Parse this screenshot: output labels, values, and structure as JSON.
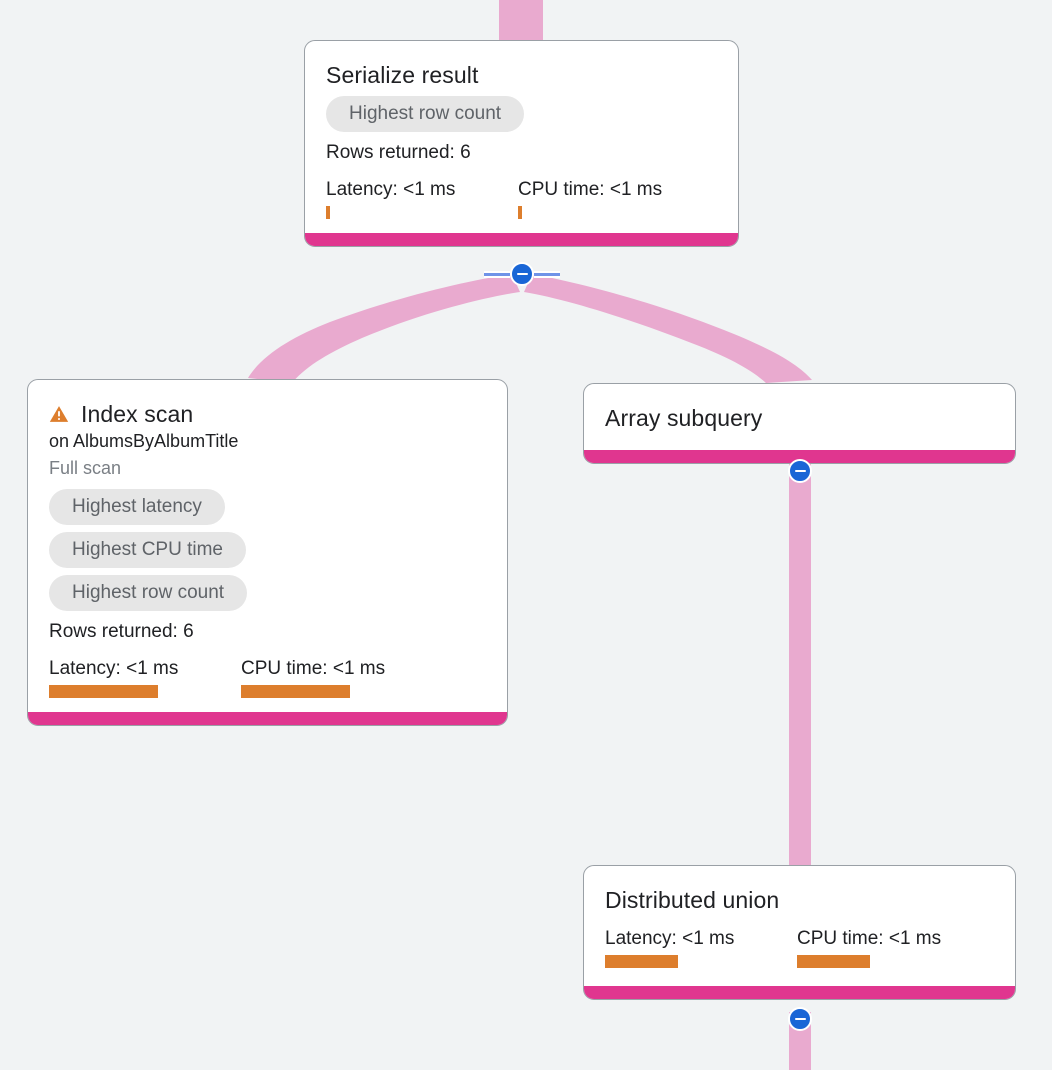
{
  "theme": {
    "canvas_bg": "#f1f3f4",
    "card_bg": "#ffffff",
    "card_border": "#9aa0a6",
    "footer_bar": "#e0368f",
    "edge_ribbon": "#e9aacf",
    "metric_bar": "#dd7e2d",
    "warning": "#dd7e2d",
    "chip_bg": "#e6e6e6",
    "chip_text": "#5f6368",
    "toggle_blue": "#1a66d6",
    "rail_blue": "#6f93e8"
  },
  "labels": {
    "rows_returned_prefix": "Rows returned: ",
    "latency_prefix": "Latency: ",
    "cpu_prefix": "CPU time: "
  },
  "nodes": [
    {
      "id": "serialize",
      "title": "Serialize result",
      "warning": false,
      "subtitle": "",
      "scan_type": "",
      "chips": [
        "Highest row count"
      ],
      "rows_returned": "Rows returned: 6",
      "latency": "Latency: <1 ms",
      "cpu_time": "CPU time: <1 ms",
      "latency_bar_pct": 2,
      "cpu_bar_pct": 2
    },
    {
      "id": "index-scan",
      "title": "Index scan",
      "warning": true,
      "subtitle": "on AlbumsByAlbumTitle",
      "scan_type": "Full scan",
      "chips": [
        "Highest latency",
        "Highest CPU time",
        "Highest row count"
      ],
      "rows_returned": "Rows returned: 6",
      "latency": "Latency: <1 ms",
      "cpu_time": "CPU time: <1 ms",
      "latency_bar_pct": 57,
      "cpu_bar_pct": 57
    },
    {
      "id": "array-subquery",
      "title": "Array subquery",
      "warning": false,
      "subtitle": "",
      "scan_type": "",
      "chips": [],
      "rows_returned": "",
      "latency": "",
      "cpu_time": "",
      "latency_bar_pct": 0,
      "cpu_bar_pct": 0
    },
    {
      "id": "distributed-union",
      "title": "Distributed union",
      "warning": false,
      "subtitle": "",
      "scan_type": "",
      "chips": [],
      "rows_returned": "",
      "latency": "Latency: <1 ms",
      "cpu_time": "CPU time: <1 ms",
      "latency_bar_pct": 38,
      "cpu_bar_pct": 38
    }
  ],
  "toggles": [
    {
      "id": "toggle-serialize",
      "state": "collapse",
      "glyph": "minus",
      "for_node": "serialize"
    },
    {
      "id": "toggle-array",
      "state": "collapse",
      "glyph": "minus",
      "for_node": "array-subquery"
    },
    {
      "id": "toggle-distributed",
      "state": "collapse",
      "glyph": "minus",
      "for_node": "distributed-union"
    }
  ],
  "edges": [
    {
      "id": "edge-root-in",
      "from": "(above)",
      "to": "serialize"
    },
    {
      "id": "edge-serialize-index",
      "from": "serialize",
      "to": "index-scan"
    },
    {
      "id": "edge-serialize-array",
      "from": "serialize",
      "to": "array-subquery"
    },
    {
      "id": "edge-array-distributed",
      "from": "array-subquery",
      "to": "distributed-union"
    },
    {
      "id": "edge-distributed-out",
      "from": "distributed-union",
      "to": "(below)"
    }
  ]
}
